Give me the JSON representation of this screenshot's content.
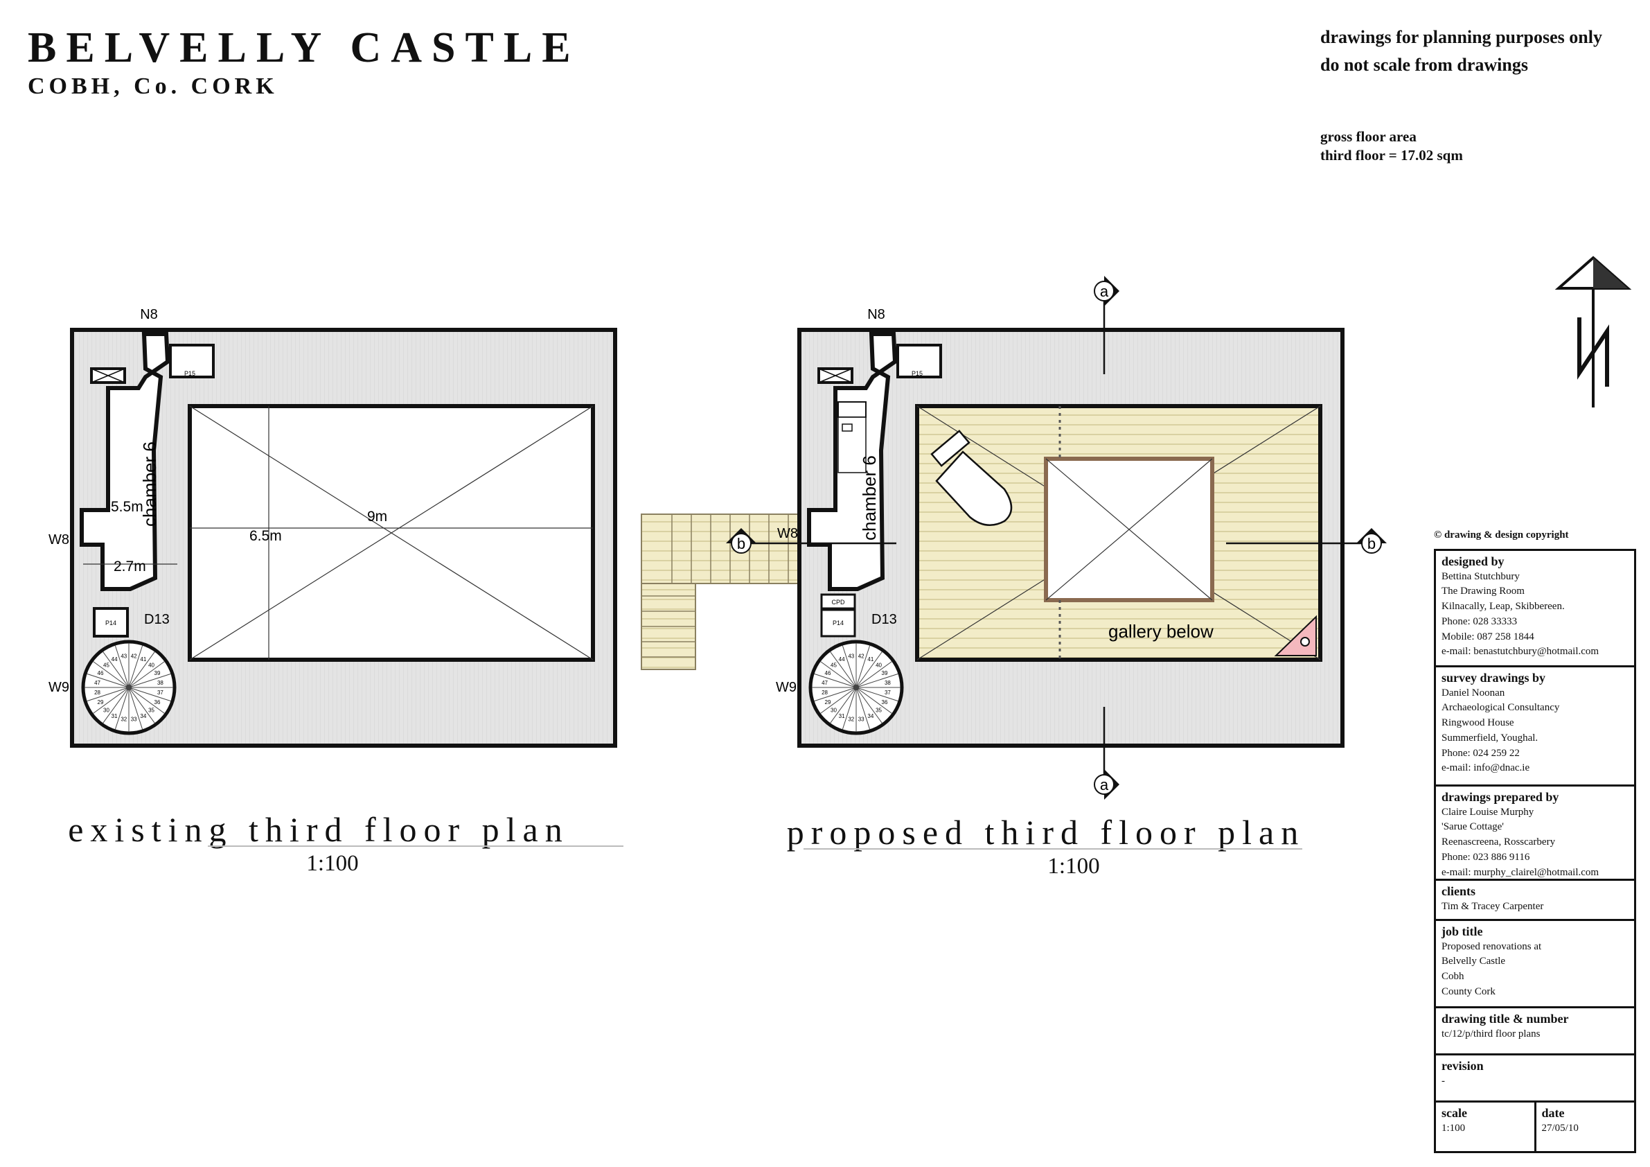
{
  "header": {
    "title": "BELVELLY CASTLE",
    "subtitle": "COBH, Co. CORK"
  },
  "notes": {
    "line1": "drawings for planning purposes only",
    "line2": "do not scale from drawings"
  },
  "gross_floor_area": {
    "label": "gross floor area",
    "value": "third floor  = 17.02 sqm"
  },
  "existing_plan": {
    "title": "existing third floor plan",
    "scale": "1:100",
    "labels": {
      "n8": "N8",
      "w8": "W8",
      "w9": "W9",
      "d13": "D13",
      "p15": "P15",
      "p14": "P14",
      "chamber": "chamber 6",
      "dim_5_5": "5.5m",
      "dim_2_7": "2.7m",
      "dim_6_5": "6.5m",
      "dim_9": "9m"
    },
    "stair_numbers": [
      "42",
      "41",
      "40",
      "39",
      "38",
      "37",
      "36",
      "35",
      "34",
      "33",
      "32",
      "31",
      "30",
      "29",
      "28",
      "47",
      "46",
      "45",
      "44",
      "43"
    ]
  },
  "proposed_plan": {
    "title": "proposed third floor plan",
    "scale": "1:100",
    "labels": {
      "n8": "N8",
      "w8": "W8",
      "w9": "W9",
      "d13": "D13",
      "p15": "P15",
      "p14": "P14",
      "cpd": "CPD",
      "chamber": "chamber 6",
      "gallery": "gallery below",
      "section_a": "a",
      "section_b": "b"
    }
  },
  "title_block": {
    "copyright": "© drawing & design copyright",
    "designed_by": {
      "heading": "designed by",
      "lines": [
        "Bettina Stutchbury",
        "The Drawing Room",
        "Kilnacally, Leap, Skibbereen.",
        "Phone: 028 33333",
        "Mobile: 087 258 1844",
        "e-mail: benastutchbury@hotmail.com"
      ]
    },
    "survey": {
      "heading": "survey drawings by",
      "lines": [
        "Daniel Noonan",
        "Archaeological Consultancy",
        "Ringwood House",
        "Summerfield, Youghal.",
        "Phone: 024 259 22",
        "e-mail: info@dnac.ie"
      ]
    },
    "prepared": {
      "heading": "drawings prepared by",
      "lines": [
        "Claire Louise Murphy",
        "'Sarue Cottage'",
        "Reenascreena, Rosscarbery",
        "Phone: 023 886 9116",
        "e-mail: murphy_clairel@hotmail.com"
      ]
    },
    "clients": {
      "heading": "clients",
      "lines": [
        "Tim & Tracey Carpenter"
      ]
    },
    "job": {
      "heading": "job title",
      "lines": [
        "Proposed renovations at",
        "Belvelly Castle",
        "Cobh",
        "County Cork"
      ]
    },
    "drawing": {
      "heading": "drawing title & number",
      "lines": [
        "tc/12/p/third floor plans"
      ]
    },
    "revision": {
      "heading": "revision",
      "lines": [
        "-"
      ]
    },
    "scale": {
      "heading": "scale",
      "value": "1:100"
    },
    "date": {
      "heading": "date",
      "value": "27/05/10"
    }
  },
  "colors": {
    "wall_fill": "#e6e6e6",
    "timber_floor": "#f2ecc8",
    "accent_pink": "#f4b8be",
    "line": "#111111"
  }
}
